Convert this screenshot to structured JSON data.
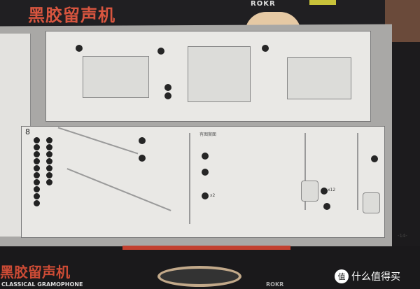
{
  "box_top": {
    "title": "黑胶留声机",
    "brand": "ROKR",
    "accent_color": "#d8553f"
  },
  "manual": {
    "step_number": "8",
    "pattern_side_label": "有图案面",
    "quantity_x2": "x2",
    "quantity_x12": "x12",
    "page_number": "-14-"
  },
  "box_bottom": {
    "title": "黑胶留声机",
    "subtitle": "CLASSICAL GRAMOPHONE",
    "brand": "ROKR"
  },
  "watermark": {
    "icon_char": "值",
    "text": "什么值得买"
  }
}
